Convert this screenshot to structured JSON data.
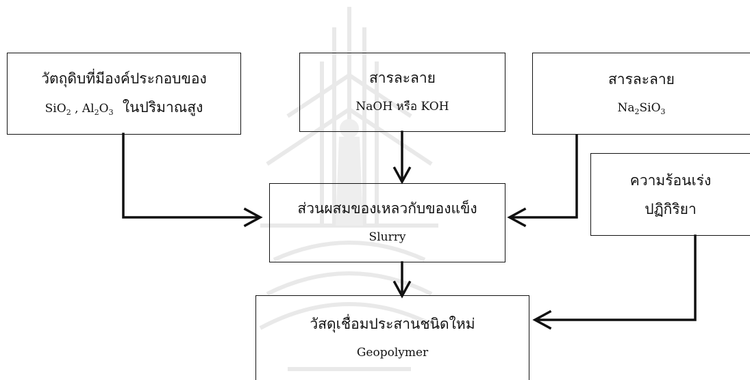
{
  "nodes": {
    "raw_material": {
      "line1": "วัตถุดิบที่มีองค์ประกอบของ",
      "sio2_a": "SiO",
      "sio2_sub": "2",
      "sep": " , ",
      "al2o3_a": "Al",
      "al2o3_sub1": "2",
      "al2o3_b": "O",
      "al2o3_sub2": "3",
      "suffix": "  ในปริมาณสูง"
    },
    "naoh_solution": {
      "line1": "สารละลาย",
      "line2": "NaOH หรือ KOH"
    },
    "silicate_solution": {
      "line1": "สารละลาย",
      "na": "Na",
      "na_sub": "2",
      "si": "SiO",
      "si_sub": "3"
    },
    "heat": {
      "line1": "ความร้อนเร่ง",
      "line2": "ปฏิกิริยา"
    },
    "slurry": {
      "line1": "ส่วนผสมของเหลวกับของแข็ง",
      "line2": "Slurry"
    },
    "geopolymer": {
      "line1": "วัสดุเชื่อมประสานชนิดใหม่",
      "line2": "Geopolymer"
    }
  },
  "colors": {
    "line": "#111111",
    "watermark": "#e8e8e8"
  }
}
